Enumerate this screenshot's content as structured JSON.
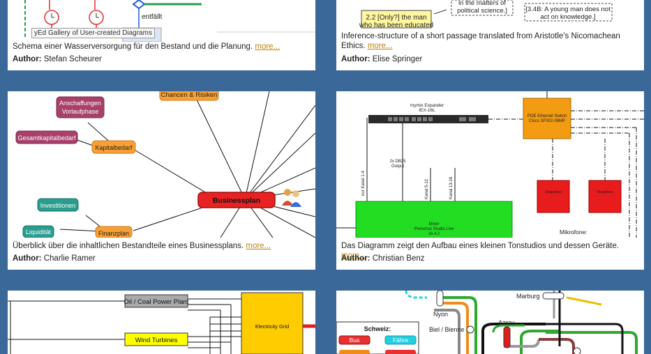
{
  "more_label": "more...",
  "author_label": "Author:",
  "tooltip": "yEd Gallery of User-created Diagrams",
  "cards": [
    {
      "caption": "Schema einer Wasserversorgung für den Bestand und die Planung.",
      "author": "Stefan Scheurer"
    },
    {
      "caption": "Inference-structure of a short passage translated from Aristotle's Nicomachean Ethics.",
      "author": "Elise Springer"
    },
    {
      "caption": "Überblick über die inhaltlichen Bestandteile eines Businessplans.",
      "author": "Charlie Ramer"
    },
    {
      "caption": "Das Diagramm zeigt den Aufbau eines kleinen Tonstudios und dessen Geräte.",
      "author": "Christian Benz"
    },
    {
      "caption": "",
      "author": ""
    },
    {
      "caption": "",
      "author": ""
    }
  ],
  "thumbs": {
    "water": {
      "label": "entfällt"
    },
    "ethics": {
      "box1": "2.2 [Only?] the man",
      "box1b": "who has been educated",
      "box2a": "in the matters of",
      "box2b": "political science.]",
      "box3a": "[3.4B: A young man does not",
      "box3b": "act on knowledge.]"
    },
    "business": {
      "center": "Businessplan",
      "n1": "Chancen & Risiken",
      "n2a": "Anschaffungen",
      "n2b": "Vorlaufphase",
      "n3": "Gesamtkapitalbedarf",
      "n4": "Kapitalbedarf",
      "n5": "Investitionen",
      "n6": "Liquidität",
      "n7": "Finanzplan"
    },
    "studio": {
      "expander": "mymix Expander",
      "expander_model": "IEX-16L",
      "switch1": "POE Ethernet Switch",
      "switch2": "Cisco SF302-08MP",
      "db": "2x DB25",
      "db2": "Output",
      "kanal1": "nur Kanal 1-4",
      "kanal2": "Kanal 5-12",
      "kanal3": "Kanal 13-16",
      "mixer": "Mixer",
      "mixer2": "Presonus Studio Live",
      "mixer3": "16.4.2",
      "stage1": "Stagebox",
      "stage2": "Stagebox",
      "mikrofone": "Mikrofone:"
    },
    "energy": {
      "plant": "Oil / Coal Power Plant",
      "wind": "Wind Turbines",
      "grid": "Electricity Grid"
    },
    "transit": {
      "marburg": "Marburg",
      "nyon": "Nyon",
      "biel": "Biel / Bienne",
      "aarau": "Aarau",
      "schweiz": "Schweiz:",
      "bus": "Bus",
      "faehre": "Fähre"
    }
  }
}
